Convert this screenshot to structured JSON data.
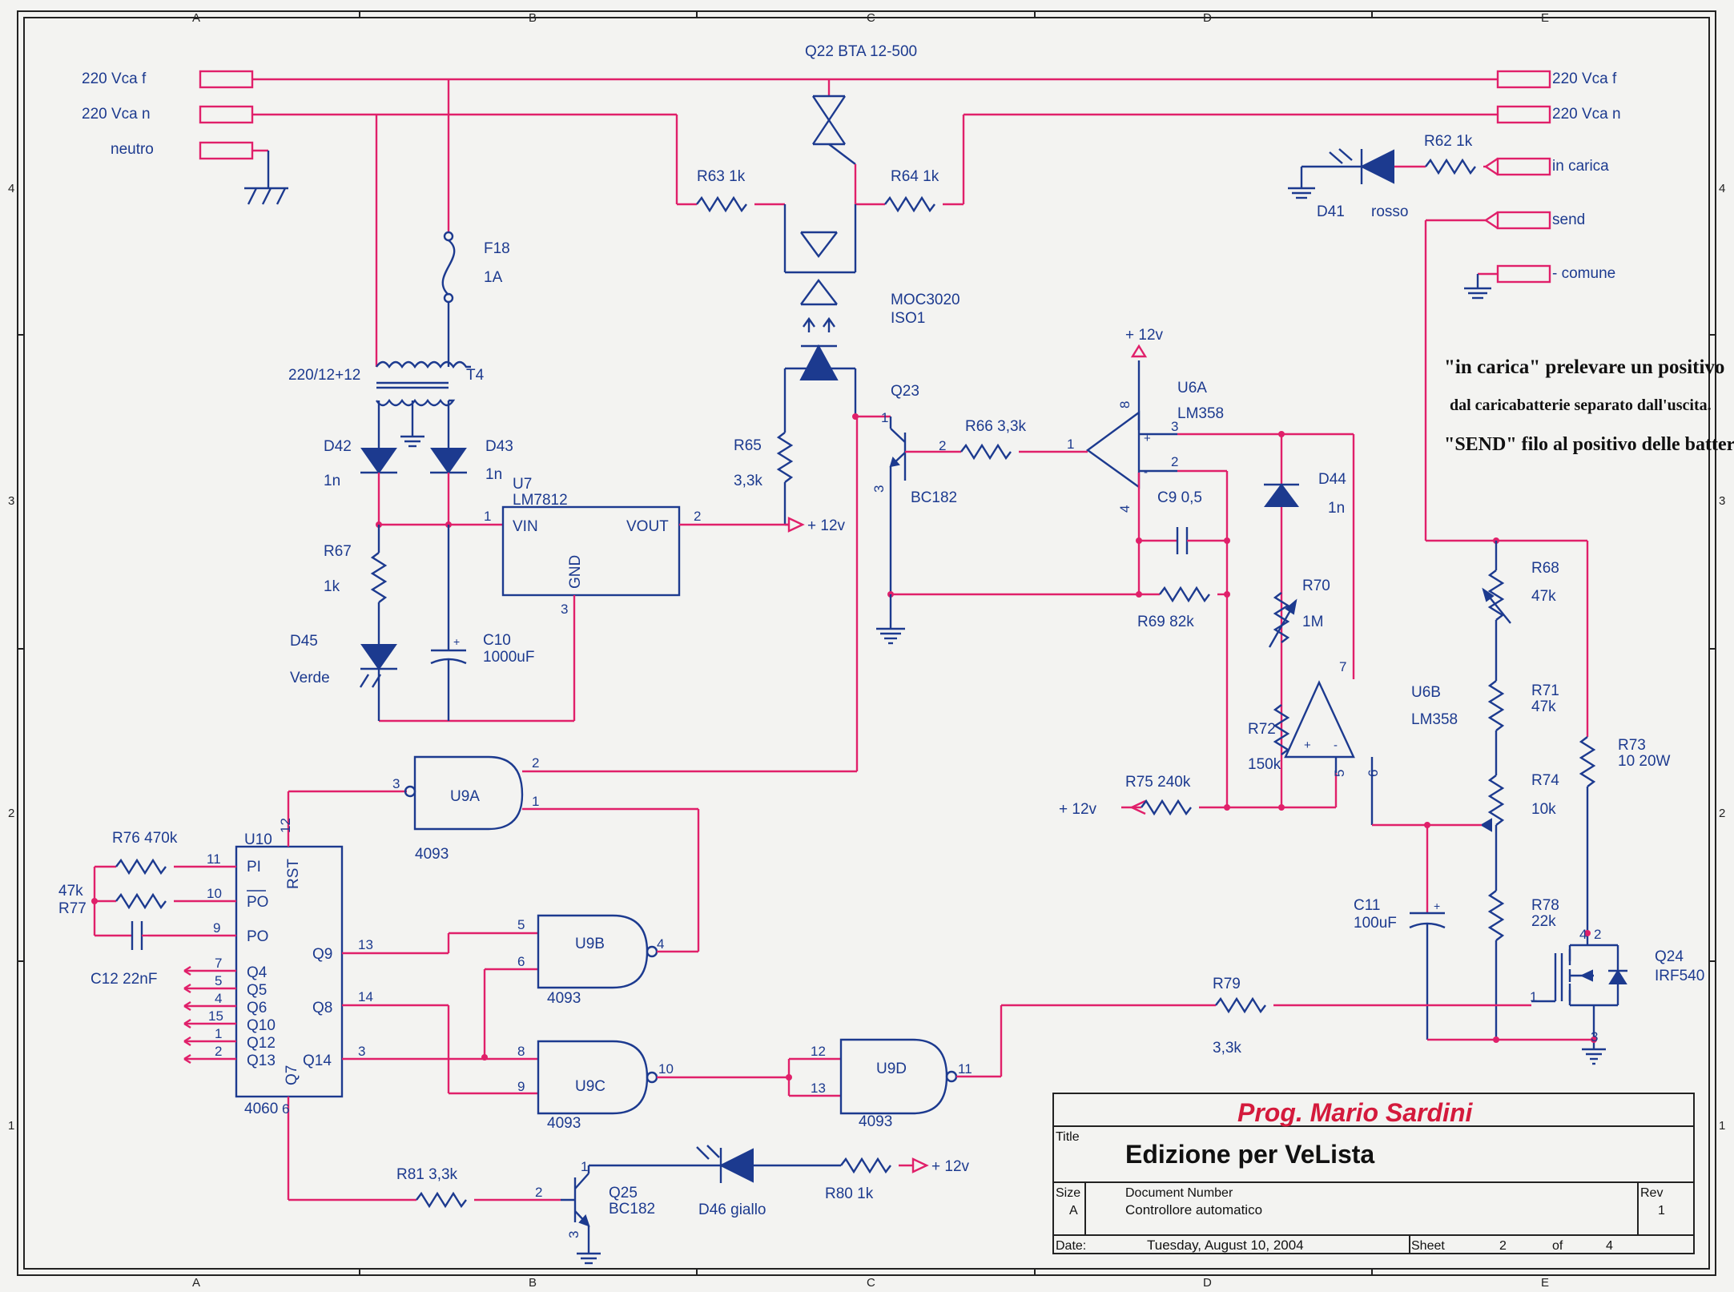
{
  "project": "Prog. Mario Sardini",
  "title_block": {
    "title_label": "Title",
    "title": "Edizione per VeLista",
    "size_label": "Size",
    "size": "A",
    "doc_number_label": "Document Number",
    "doc_number": "Controllore automatico",
    "rev_label": "Rev",
    "rev": "1",
    "date_label": "Date:",
    "date": "Tuesday, August 10, 2004",
    "sheet_label": "Sheet",
    "sheet": "2",
    "of_label": "of",
    "sheets_total": "4"
  },
  "grid": {
    "columns": [
      "A",
      "B",
      "C",
      "D",
      "E"
    ],
    "rows": [
      "4",
      "3",
      "2",
      "1"
    ]
  },
  "note": {
    "line1": "\"in carica\" prelevare un positivo",
    "line2": "dal caricabatterie separato dall'uscita.",
    "line3": "\"SEND\" filo al positivo delle batterie"
  },
  "connectors": {
    "in_f": "220 Vca f",
    "in_n": "220 Vca n",
    "neutro": "neutro",
    "out_f": "220 Vca f",
    "out_n": "220 Vca n",
    "in_carica": "in carica",
    "send": "send",
    "comune": "- comune"
  },
  "labels": {
    "q22": "Q22  BTA 12-500",
    "r63": "R63  1k",
    "r64": "R64  1k",
    "f18": "F18",
    "f18v": "1A",
    "moc": "MOC3020",
    "iso": "ISO1",
    "t4v": "220/12+12",
    "t4": "T4",
    "d42": "D42",
    "d42v": "1n",
    "d43": "D43",
    "d43v": "1n",
    "u7": "U7",
    "u7v": "LM7812",
    "vin": "VIN",
    "vout": "VOUT",
    "gnd": "GND",
    "r65": "R65",
    "r65v": "3,3k",
    "v12a": "+ 12v",
    "q23": "Q23",
    "bc182a": "BC182",
    "r66": "R66  3,3k",
    "v12b": "+ 12v",
    "u6a": "U6A",
    "lm358a": "LM358",
    "c9": "C9  0,5",
    "d44": "D44",
    "d44v": "1n",
    "r67": "R67",
    "r67v": "1k",
    "d45": "D45",
    "d45v": "Verde",
    "c10": "C10",
    "c10v": "1000uF",
    "r69": "R69  82k",
    "r70": "R70",
    "r70v": "1M",
    "r72": "R72",
    "r72v": "150k",
    "u6b": "U6B",
    "lm358b": "LM358",
    "r75": "R75  240k",
    "v12c": "+ 12v",
    "r68": "R68",
    "r68v": "47k",
    "r71": "R71",
    "r71v": "47k",
    "r73": "R73",
    "r73v": "10 20W",
    "r74": "R74",
    "r74v": "10k",
    "r78": "R78",
    "r78v": "22k",
    "c11": "C11",
    "c11v": "100uF",
    "q24": "Q24",
    "q24v": "IRF540",
    "r79": "R79",
    "r79v": "3,3k",
    "u9a": "U9A",
    "u9b": "U9B",
    "u9c": "U9C",
    "u9d": "U9D",
    "g4093a": "4093",
    "g4093b": "4093",
    "g4093c": "4093",
    "g4093d": "4093",
    "u10": "U10",
    "ic4060": "4060",
    "pi": "PI",
    "po_bar": "PO",
    "po": "PO",
    "q4": "Q4",
    "q5": "Q5",
    "q6": "Q6",
    "q10": "Q10",
    "q12": "Q12",
    "q13": "Q13",
    "q9": "Q9",
    "q8": "Q8",
    "q14": "Q14",
    "q7": "Q7",
    "rst": "RST",
    "r76": "R76  470k",
    "r77v": "47k",
    "r77": "R77",
    "c12": "C12  22nF",
    "r81": "R81  3,3k",
    "q25": "Q25",
    "bc182b": "BC182",
    "d46": "D46 giallo",
    "r80": "R80  1k",
    "v12d": "+ 12v",
    "d41": "D41",
    "rosso": "rosso",
    "r62": "R62  1k"
  },
  "pins": {
    "p1a": "1",
    "p2a": "2",
    "p3a": "3",
    "p8": "8",
    "p4": "4",
    "u6a3": "3",
    "u6a2": "2",
    "u6a1": "1",
    "q23p1": "1",
    "q23p2": "2",
    "q23p3": "3",
    "u6b7": "7",
    "u6b5": "5",
    "u6b6": "6",
    "u9a3": "3",
    "u9a2": "2",
    "u9a1": "1",
    "u9b5": "5",
    "u9b6": "6",
    "u9b4": "4",
    "u9c8": "8",
    "u9c9": "9",
    "u9c10": "10",
    "u9d12": "12",
    "u9d13": "13",
    "u9d11": "11",
    "u10p11": "11",
    "u10p10": "10",
    "u10p9": "9",
    "u10p12": "12",
    "u10p7": "7",
    "u10p5": "5",
    "u10p4": "4",
    "u10p15": "15",
    "u10p1": "1",
    "u10p2": "2",
    "u10p13": "13",
    "u10p14": "14",
    "u10p3": "3",
    "u10p6": "6",
    "q25p1": "1",
    "q25p2": "2",
    "q25p3": "3",
    "q24p1": "1",
    "q24p2": "2",
    "q24p3": "3",
    "q24p4": "4"
  }
}
